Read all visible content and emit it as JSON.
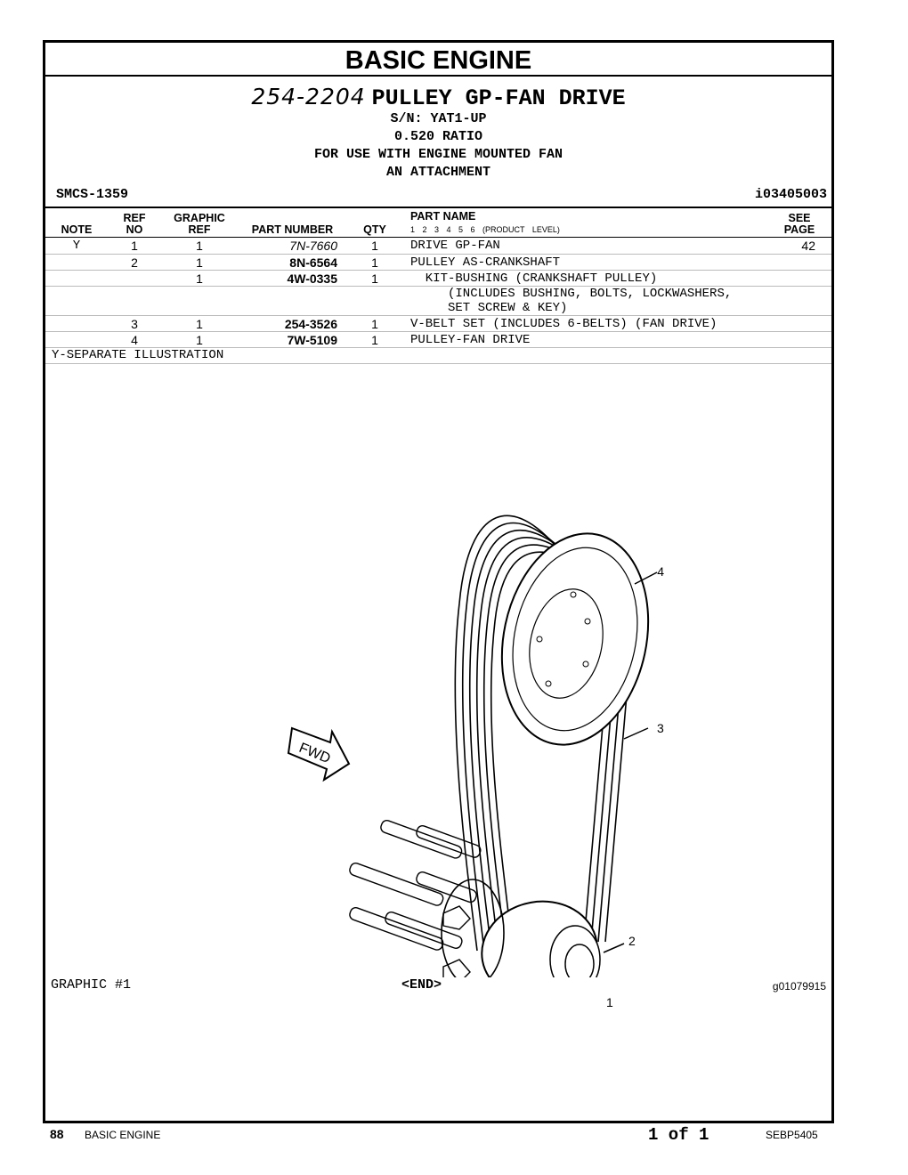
{
  "page_title": "BASIC ENGINE",
  "header": {
    "part_number": "254-2204",
    "name": "PULLEY GP-FAN DRIVE",
    "serial": "S/N: YAT1-UP",
    "ratio": "0.520 RATIO",
    "use": "FOR USE WITH ENGINE MOUNTED FAN",
    "attachment": "AN ATTACHMENT",
    "smcs": "SMCS-1359",
    "info_id": "i03405003"
  },
  "columns": {
    "note": "NOTE",
    "ref_no_1": "REF",
    "ref_no_2": "NO",
    "graphic_ref_1": "GRAPHIC",
    "graphic_ref_2": "REF",
    "part_number": "PART NUMBER",
    "qty": "QTY",
    "part_name": "PART NAME",
    "product_level": "1 2 3 4 5 6 (PRODUCT LEVEL)",
    "see_page_1": "SEE",
    "see_page_2": "PAGE"
  },
  "rows": [
    {
      "note": "Y",
      "ref": "1",
      "gref": "1",
      "part": "7N-7660",
      "qty": "1",
      "name": "DRIVE GP-FAN",
      "see": "42"
    },
    {
      "note": "",
      "ref": "2",
      "gref": "1",
      "part": "8N-6564",
      "qty": "1",
      "name": "PULLEY AS-CRANKSHAFT",
      "see": ""
    },
    {
      "note": "",
      "ref": "",
      "gref": "1",
      "part": "4W-0335",
      "qty": "1",
      "name": "  KIT-BUSHING (CRANKSHAFT PULLEY)",
      "see": ""
    },
    {
      "note": "",
      "ref": "",
      "gref": "",
      "part": "",
      "qty": "",
      "name": "     (INCLUDES BUSHING, BOLTS, LOCKWASHERS,\n     SET SCREW & KEY)",
      "see": ""
    },
    {
      "note": "",
      "ref": "3",
      "gref": "1",
      "part": "254-3526",
      "qty": "1",
      "name": "V-BELT SET (INCLUDES 6-BELTS) (FAN DRIVE)",
      "see": ""
    },
    {
      "note": "",
      "ref": "4",
      "gref": "1",
      "part": "7W-5109",
      "qty": "1",
      "name": "PULLEY-FAN DRIVE",
      "see": ""
    }
  ],
  "footnote": "Y-SEPARATE ILLUSTRATION",
  "illustration": {
    "fwd_label": "FWD",
    "callouts": [
      "1",
      "2",
      "3",
      "4"
    ]
  },
  "graphic_label": "GRAPHIC #1",
  "end_label": "<END>",
  "graphic_id": "g01079915",
  "footer": {
    "page_number": "88",
    "section": "BASIC ENGINE",
    "page_of": "1 of 1",
    "doc_id": "SEBP5405"
  }
}
